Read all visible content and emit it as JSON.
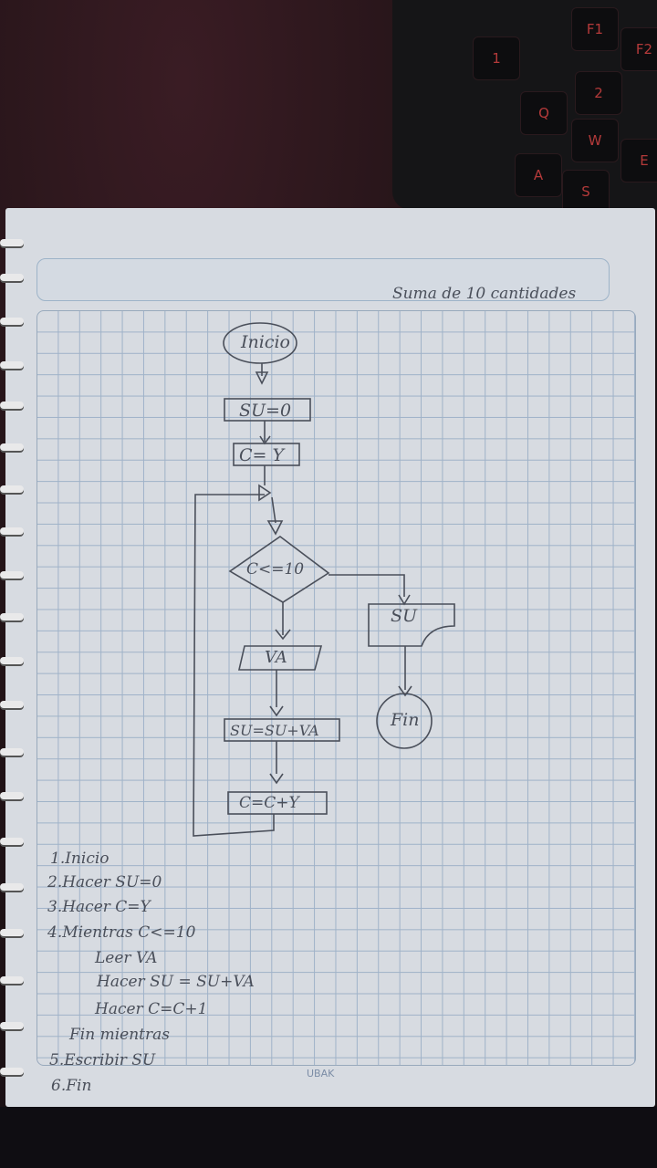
{
  "keyboard": {
    "keys": [
      "F1",
      "F2",
      "1",
      "2",
      "Q",
      "W",
      "A",
      "S",
      "E"
    ]
  },
  "title": "Suma de 10 cantidades",
  "flowchart": {
    "start": "Inicio",
    "assign_su": "SU=0",
    "assign_c": "C= Y",
    "decision": "C<=10",
    "input": "VA",
    "process_sum": "SU=SU+VA",
    "process_c": "C=C+Y",
    "output": "SU",
    "end": "Fin"
  },
  "steps": [
    "1.Inicio",
    "2.Hacer SU=0",
    "3.Hacer C=Y",
    "4.Mientras C<=10",
    "Leer VA",
    "Hacer SU = SU+VA",
    "Hacer C=C+1",
    "Fin mientras",
    "5.Escribir SU",
    "6.Fin"
  ],
  "brand": "UBAK",
  "colors": {
    "ink": "#4a4f5a",
    "grid": "#9fb2c8",
    "paper": "#d7dbe1"
  }
}
